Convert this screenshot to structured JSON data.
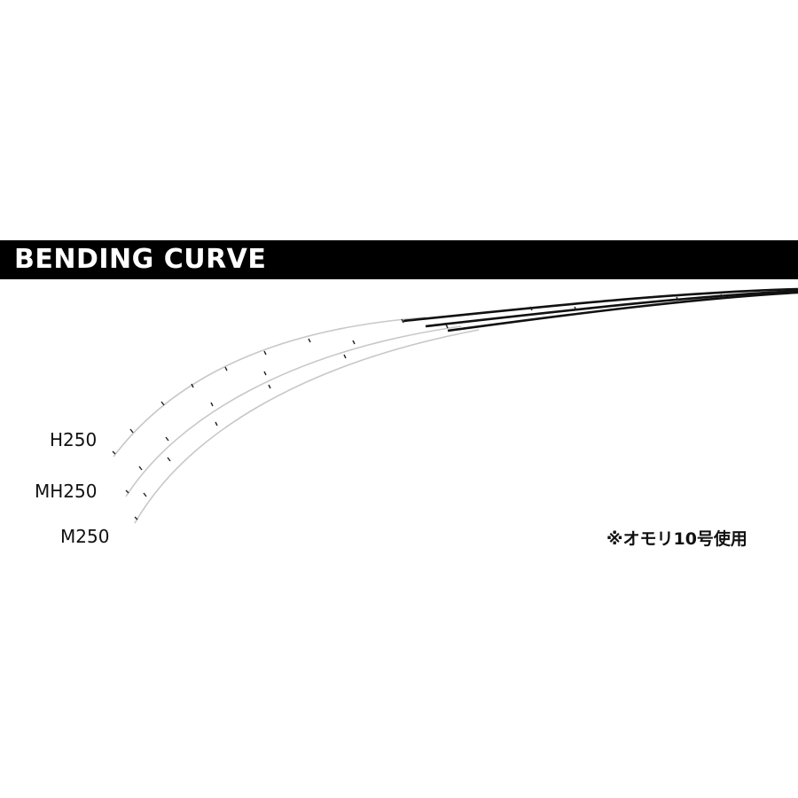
{
  "header": {
    "title": "BENDING CURVE"
  },
  "rods": [
    {
      "label": "H250"
    },
    {
      "label": "MH250"
    },
    {
      "label": "M250"
    }
  ],
  "note": "※オモリ10号使用",
  "colors": {
    "header_bg": "#000000",
    "header_text": "#ffffff",
    "rod_dark": "#111111",
    "rod_light": "#c8c8c8"
  }
}
